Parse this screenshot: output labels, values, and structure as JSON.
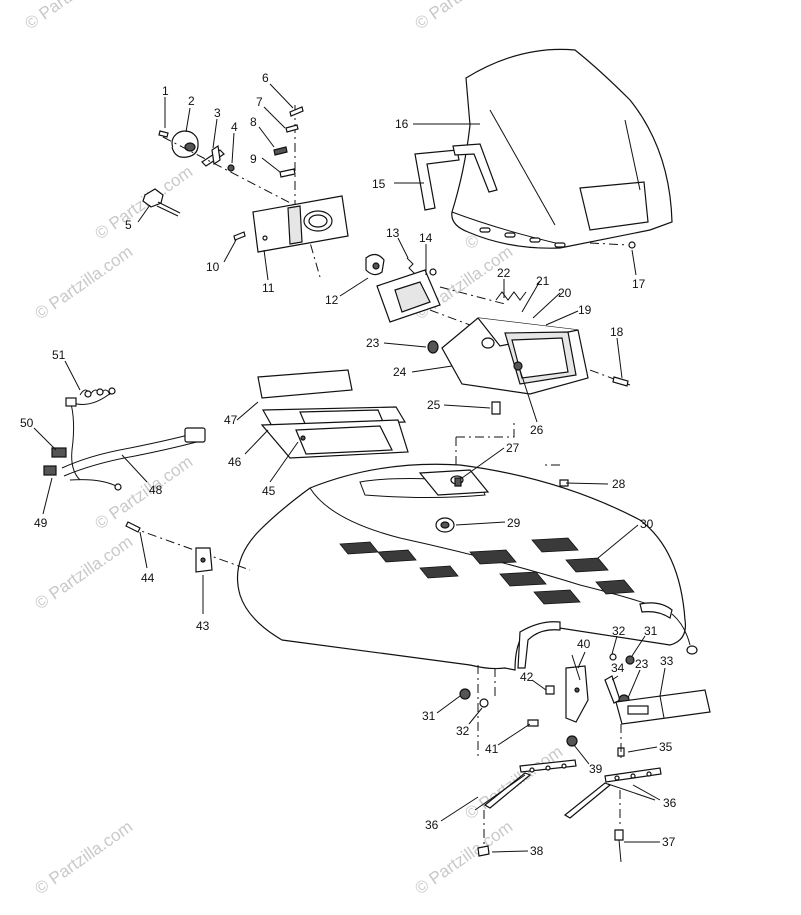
{
  "watermark": "© Partzilla.com",
  "callouts": [
    "1",
    "2",
    "3",
    "4",
    "5",
    "6",
    "7",
    "8",
    "9",
    "10",
    "11",
    "12",
    "13",
    "14",
    "15",
    "16",
    "17",
    "18",
    "19",
    "20",
    "21",
    "22",
    "23",
    "24",
    "25",
    "26",
    "27",
    "28",
    "29",
    "30",
    "31",
    "32",
    "33",
    "34",
    "35",
    "36",
    "37",
    "38",
    "39",
    "40",
    "41",
    "42",
    "43",
    "44",
    "45",
    "46",
    "47",
    "48",
    "49",
    "50",
    "51"
  ],
  "colors": {
    "ink": "#111111",
    "watermark": "#c9c9c9",
    "vent": "#3a3a3a"
  }
}
